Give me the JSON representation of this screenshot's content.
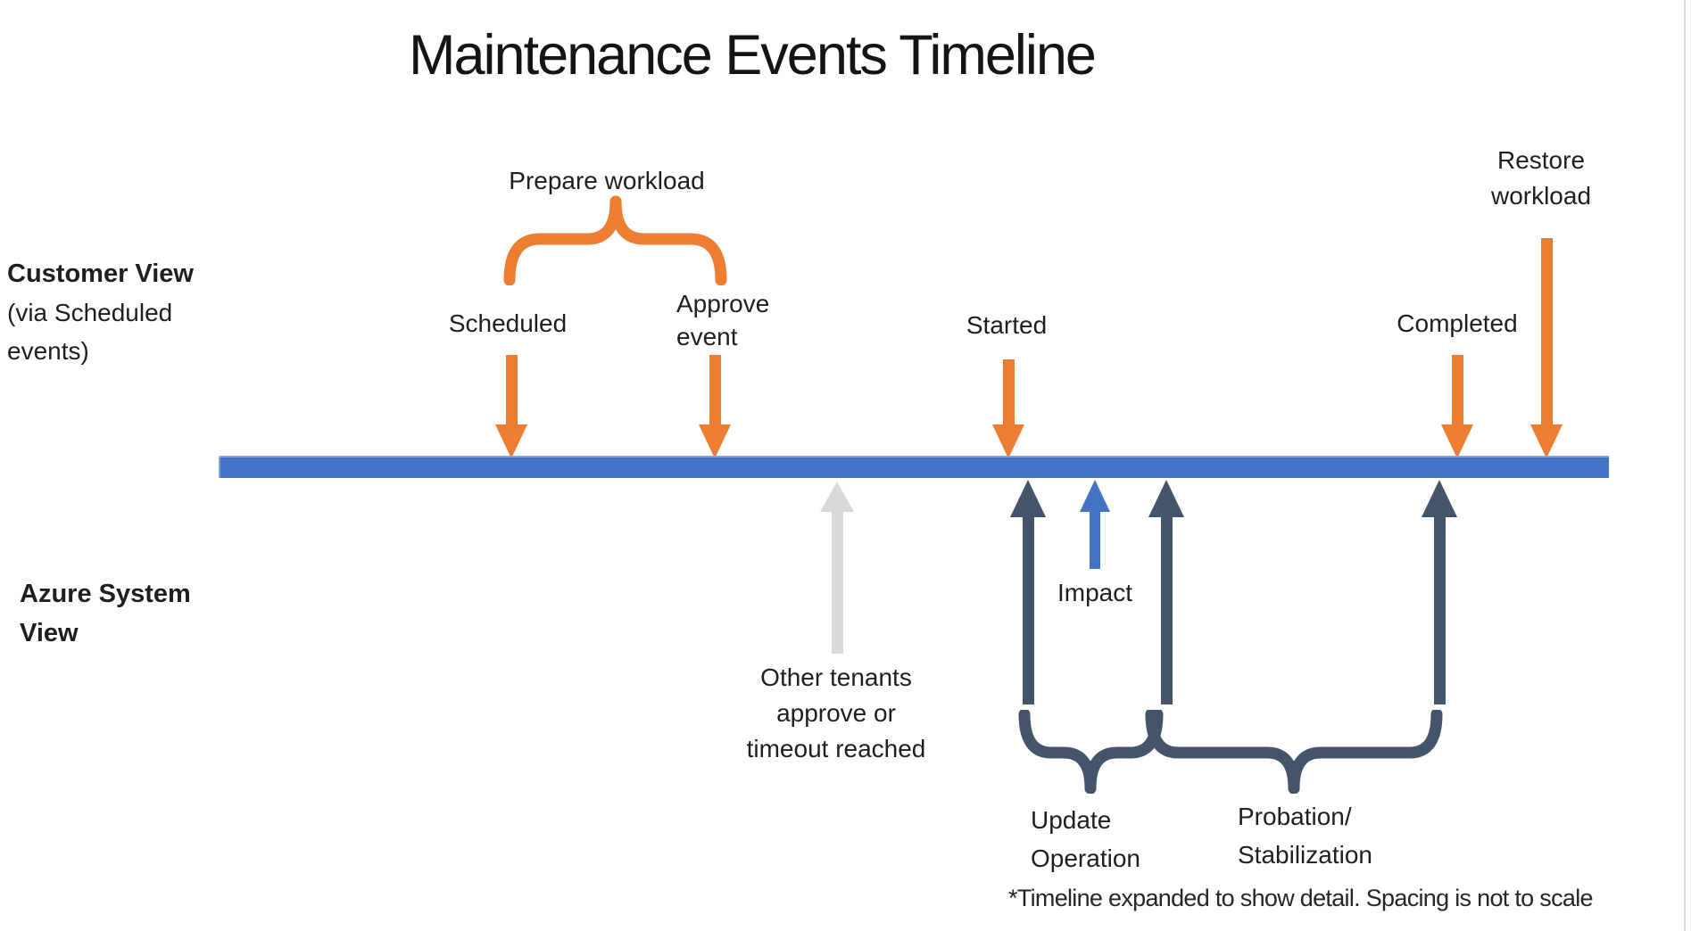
{
  "title": "Maintenance Events Timeline",
  "lanes": {
    "customer": {
      "name": "Customer View",
      "sub1": "(via Scheduled",
      "sub2": "events)"
    },
    "azure": {
      "name1": "Azure System",
      "name2": "View"
    }
  },
  "customer_events": {
    "prepare_label": "Prepare workload",
    "scheduled": "Scheduled",
    "approve1": "Approve",
    "approve2": "event",
    "started": "Started",
    "completed": "Completed",
    "restore1": "Restore",
    "restore2": "workload"
  },
  "system_events": {
    "other1": "Other tenants",
    "other2": "approve or",
    "other3": "timeout reached",
    "impact": "Impact",
    "update1": "Update",
    "update2": "Operation",
    "probation1": "Probation/",
    "probation2": "Stabilization"
  },
  "footnote": "*Timeline expanded to show detail. Spacing is not to scale",
  "colors": {
    "orange": "#ED7D31",
    "blue": "#4472C4",
    "dark": "#44546A",
    "gray": "#D9D9D9",
    "text": "#1F1F1F"
  }
}
